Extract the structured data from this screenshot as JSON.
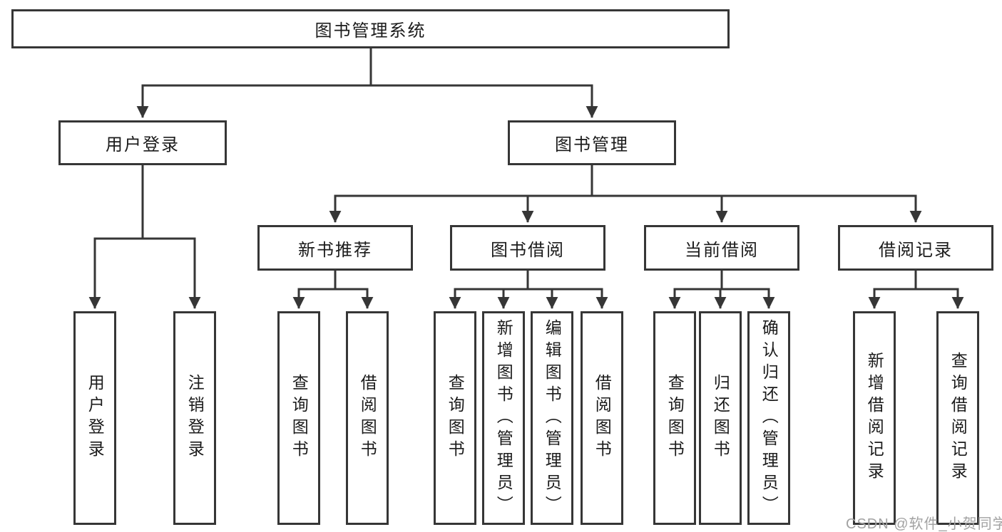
{
  "watermark": "CSDN @软件_小贺同学",
  "tree": {
    "label": "图书管理系统",
    "children": [
      {
        "label": "用户登录",
        "children": [
          {
            "label": "用户登录"
          },
          {
            "label": "注销登录"
          }
        ]
      },
      {
        "label": "图书管理",
        "children": [
          {
            "label": "新书推荐",
            "children": [
              {
                "label": "查询图书"
              },
              {
                "label": "借阅图书"
              }
            ]
          },
          {
            "label": "图书借阅",
            "children": [
              {
                "label": "查询图书"
              },
              {
                "label": "新增图书（管理员）"
              },
              {
                "label": "编辑图书（管理员）"
              },
              {
                "label": "借阅图书"
              }
            ]
          },
          {
            "label": "当前借阅",
            "children": [
              {
                "label": "查询图书"
              },
              {
                "label": "归还图书"
              },
              {
                "label": "确认归还（管理员）"
              }
            ]
          },
          {
            "label": "借阅记录",
            "children": [
              {
                "label": "新增借阅记录"
              },
              {
                "label": "查询借阅记录"
              }
            ]
          }
        ]
      }
    ]
  },
  "colors": {
    "line": "#363636",
    "text": "#1b1b1b",
    "watermark_gray": "#a2a2a2"
  }
}
